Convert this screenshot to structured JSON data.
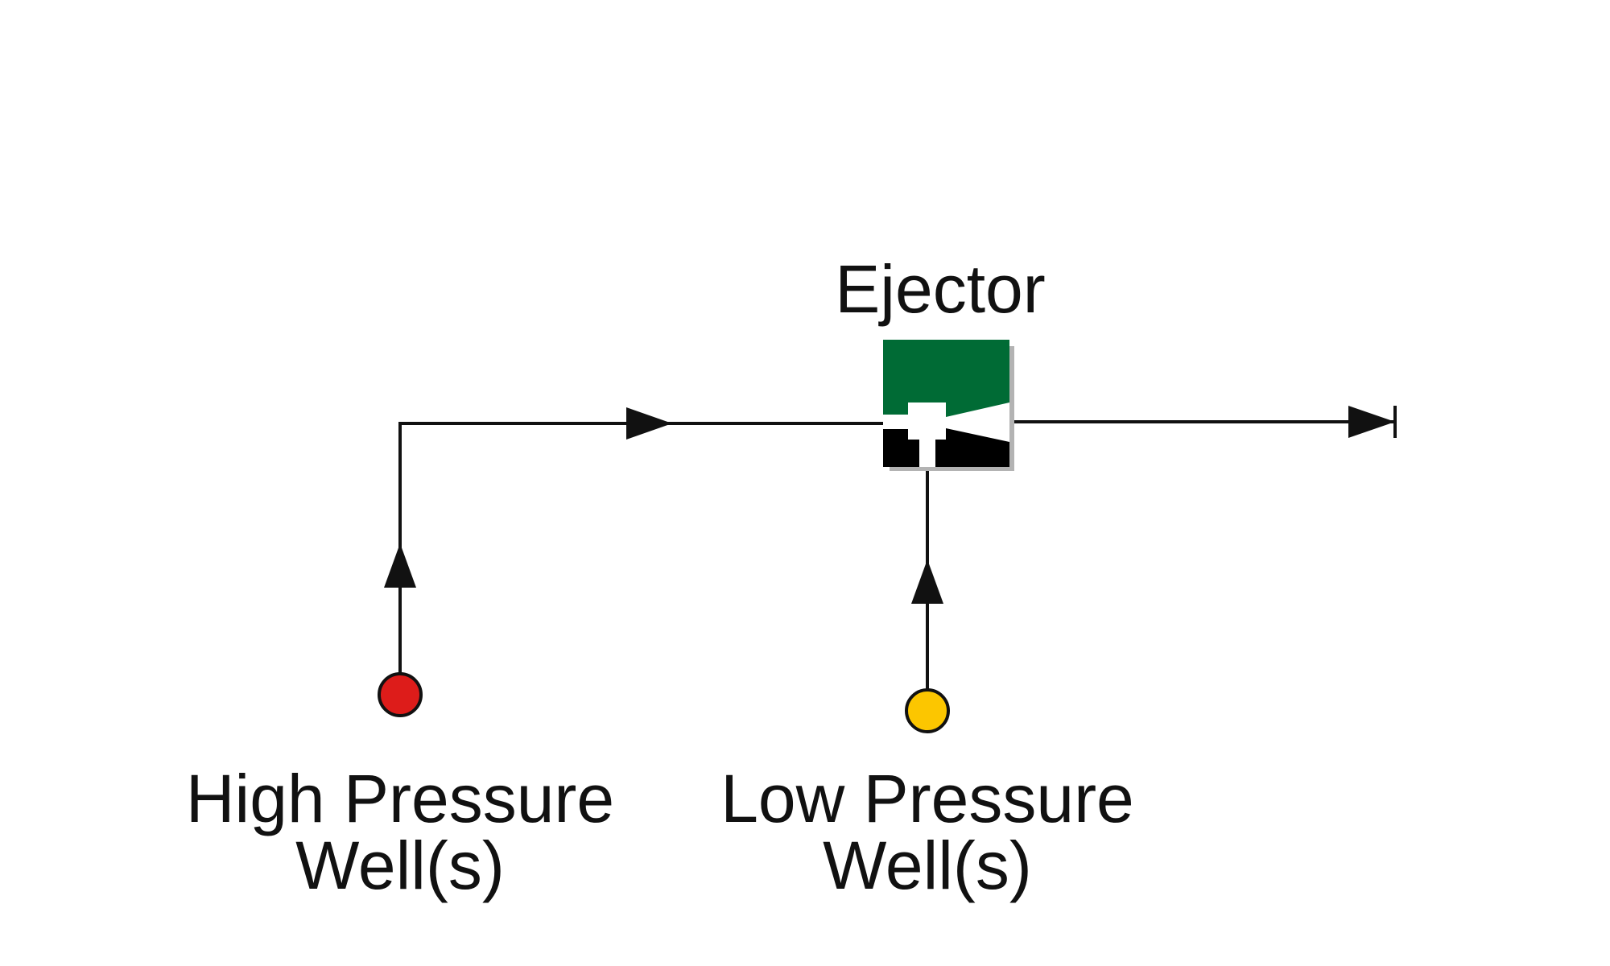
{
  "ejector": {
    "label": "Ejector",
    "colors": {
      "top": "#006b35",
      "bottom": "#000000",
      "body": "#ffffff",
      "shadow": "#b3b3b3"
    }
  },
  "high_pressure_well": {
    "label_line1": "High Pressure",
    "label_line2": "Well(s)",
    "color": "#dd1c1a"
  },
  "low_pressure_well": {
    "label_line1": "Low Pressure",
    "label_line2": "Well(s)",
    "color": "#fcc600"
  },
  "icons": {
    "ejector": "ejector-icon",
    "high_pressure_well": "circle-node-icon",
    "low_pressure_well": "circle-node-icon",
    "flow_arrow": "arrowhead-icon",
    "outlet": "terminal-bar-icon"
  }
}
